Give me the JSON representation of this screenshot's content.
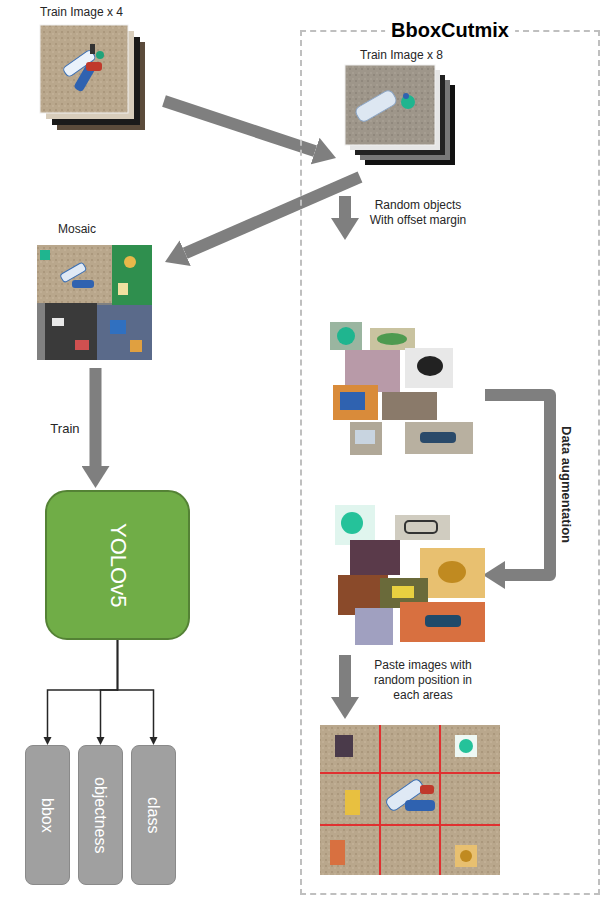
{
  "diagram": {
    "nodes": [
      {
        "text": [
          "Train Image x 4"
        ]
      },
      {
        "text": [
          "BboxCutmix"
        ]
      },
      {
        "text": [
          "Train Image x 8"
        ],
        "in": 1
      },
      {
        "text": [
          "Mosaic"
        ]
      },
      {
        "text": [
          "YOLOv5"
        ]
      },
      {
        "text": [
          "bbox"
        ]
      },
      {
        "text": [
          "objectness"
        ]
      },
      {
        "text": [
          "class"
        ]
      }
    ],
    "edges": [
      {
        "from": 0,
        "to": 2,
        "arrow": "to"
      },
      {
        "from": 2,
        "to": 3,
        "arrow": "to"
      },
      {
        "from": 3,
        "to": 4,
        "label": "Train",
        "arrow": "to"
      },
      {
        "from": 4,
        "to": 5,
        "arrow": "to"
      },
      {
        "from": 4,
        "to": 6,
        "arrow": "to"
      },
      {
        "from": 4,
        "to": 7,
        "arrow": "to"
      }
    ],
    "labels": [
      "Random objects With offset margin",
      "Data augmentation",
      "Paste images with random position in each areas"
    ]
  }
}
